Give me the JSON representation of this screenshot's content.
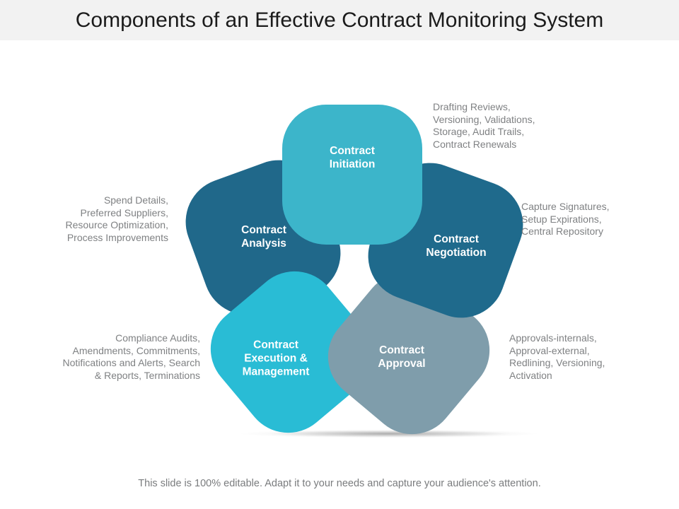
{
  "slide": {
    "title": "Components of an Effective Contract Monitoring System",
    "footer": "This slide is 100% editable. Adapt it to your needs and capture your audience's attention."
  },
  "colors": {
    "header_bg": "#f2f2f2",
    "initiation": "#3cb5ca",
    "analysis": "#20688a",
    "negotiation": "#1f6a8c",
    "execution": "#29bcd5",
    "approval": "#7f9dab",
    "desc_text": "#7f8183"
  },
  "components": {
    "initiation": {
      "label": "Contract\nInitiation",
      "description": "Drafting Reviews,\nVersioning, Validations,\nStorage, Audit Trails,\nContract Renewals"
    },
    "negotiation": {
      "label": "Contract\nNegotiation",
      "description": "Capture Signatures,\nSetup Expirations,\nCentral Repository"
    },
    "approval": {
      "label": "Contract\nApproval",
      "description": "Approvals-internals,\nApproval-external,\nRedlining, Versioning,\nActivation"
    },
    "execution": {
      "label": "Contract\nExecution &\nManagement",
      "description": "Compliance Audits,\nAmendments, Commitments,\nNotifications and Alerts, Search\n& Reports, Terminations"
    },
    "analysis": {
      "label": "Contract\nAnalysis",
      "description": "Spend Details,\nPreferred Suppliers,\nResource Optimization,\nProcess Improvements"
    }
  }
}
